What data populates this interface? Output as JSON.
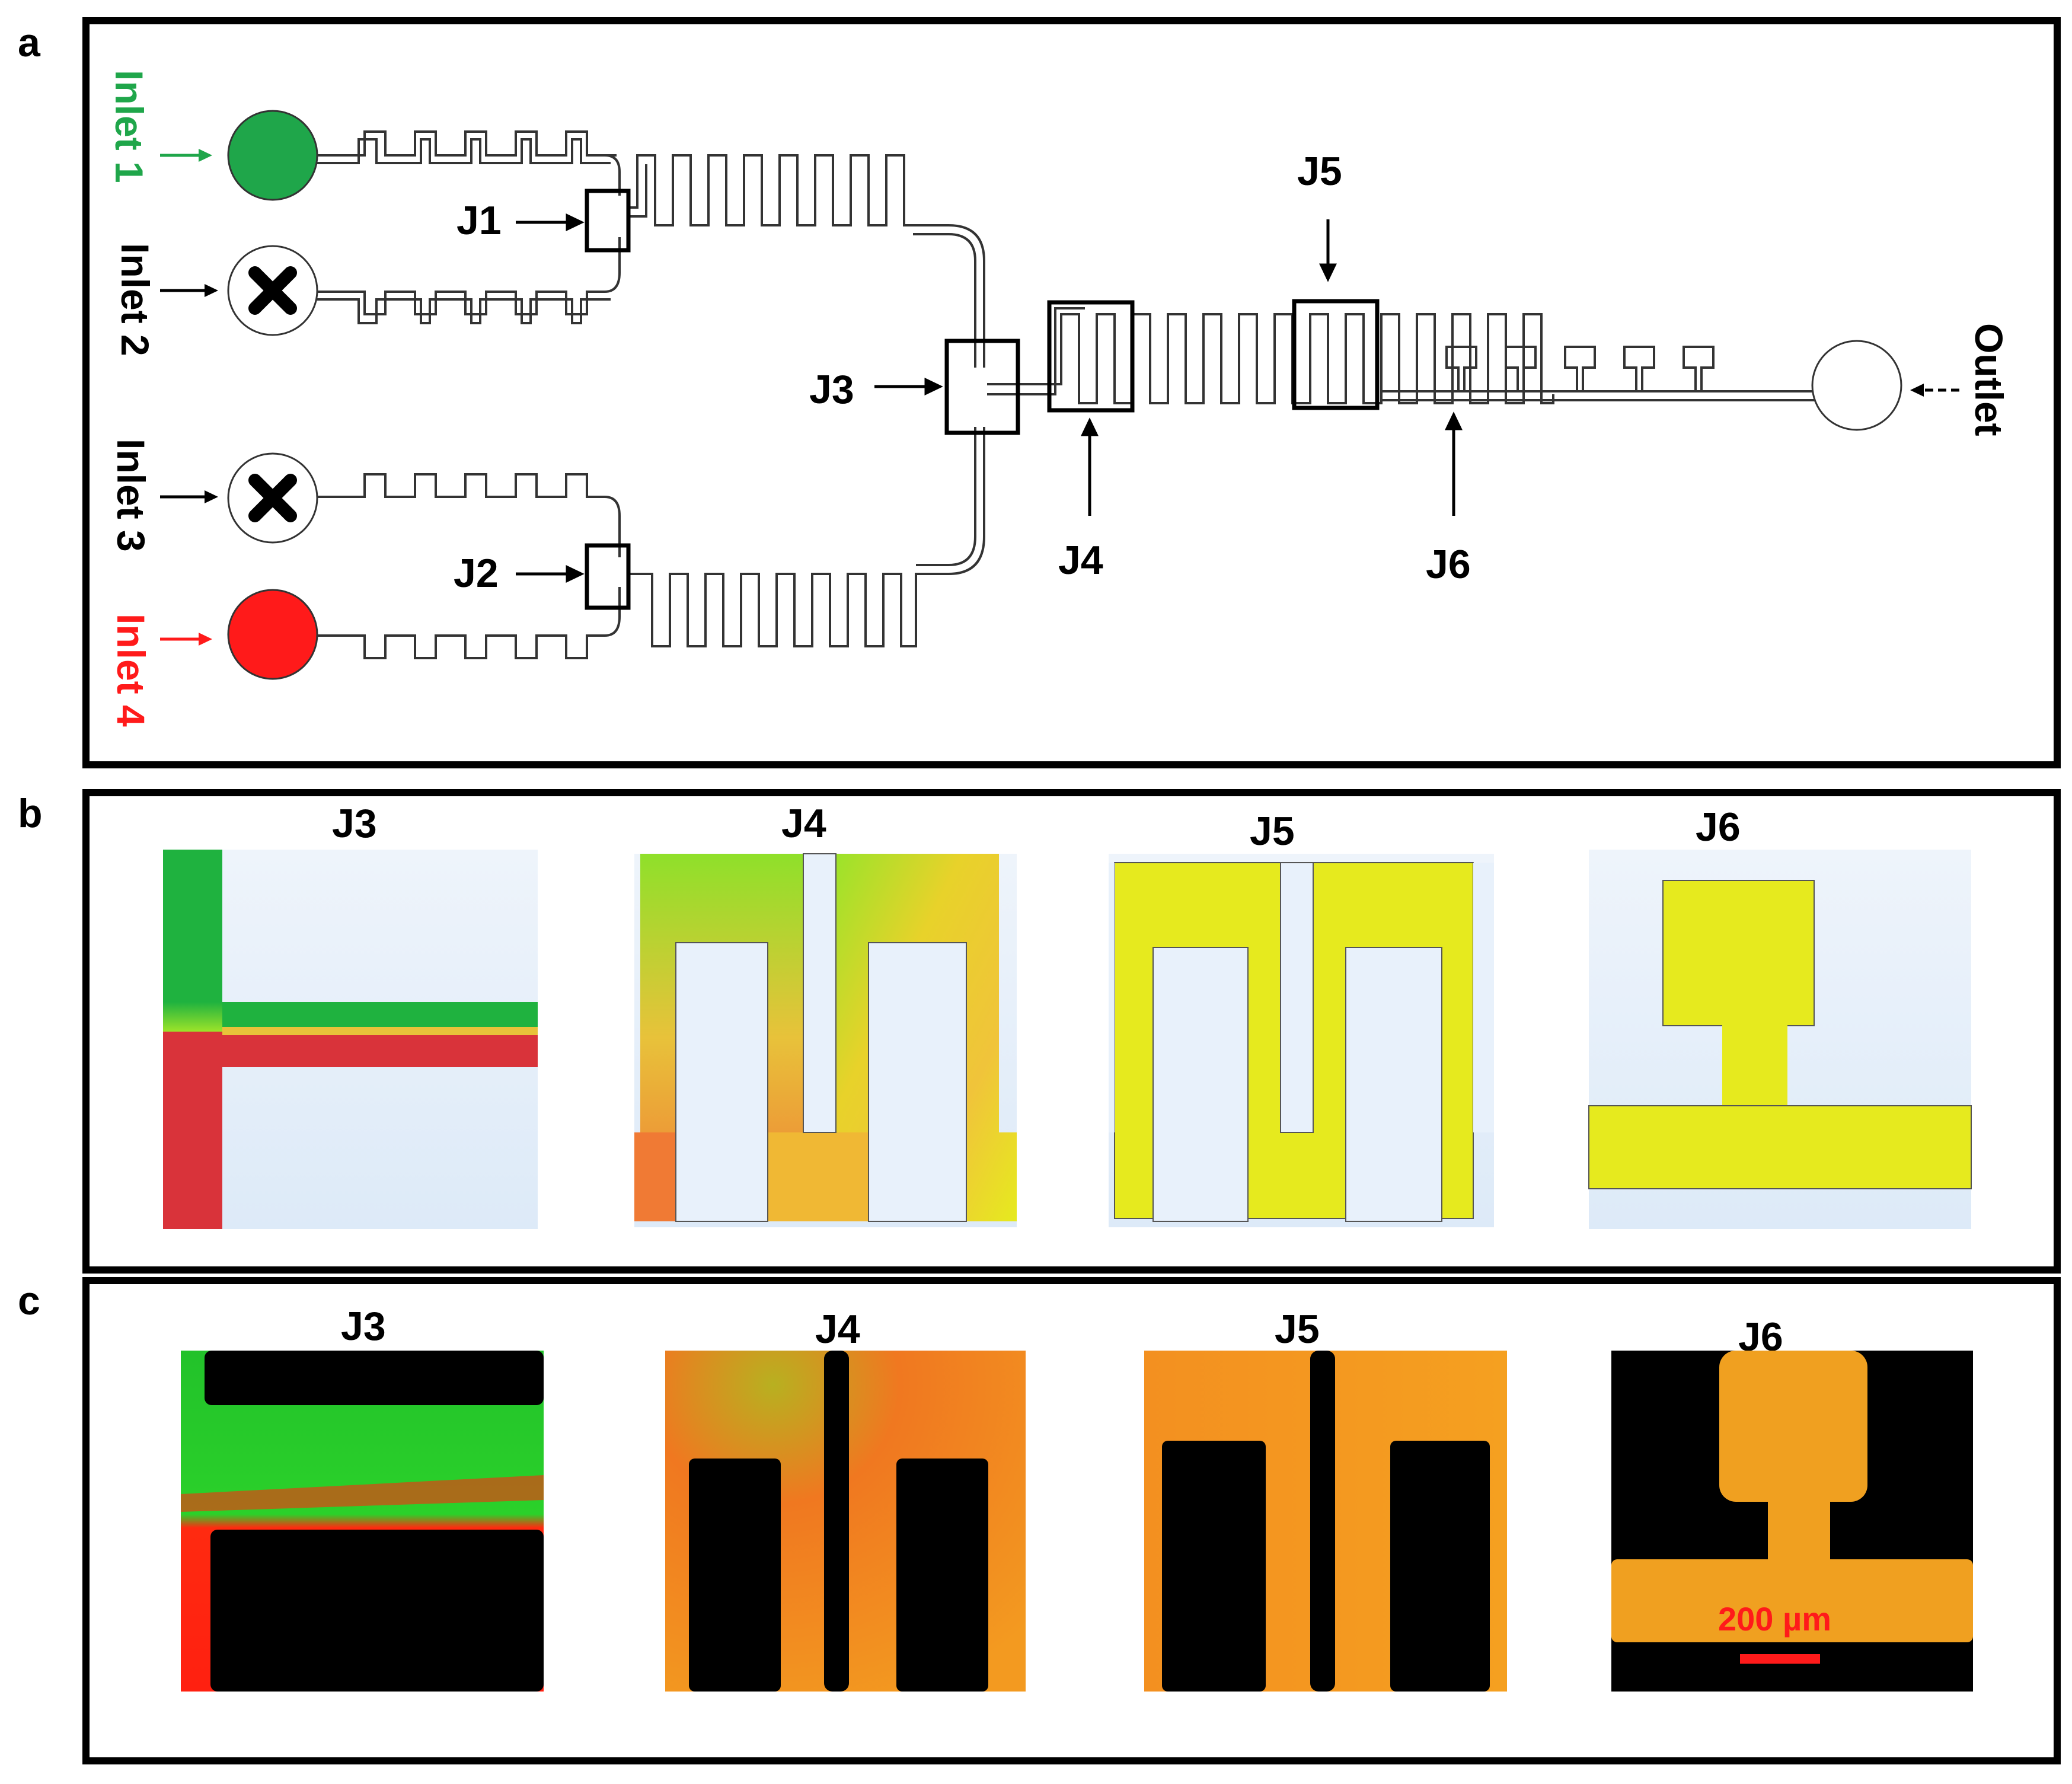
{
  "panels": {
    "a": {
      "letter": "a",
      "inlets": [
        {
          "label": "Inlet 1",
          "color": "#1fa64a",
          "state": "filled-green"
        },
        {
          "label": "Inlet 2",
          "color": "#000000",
          "state": "blocked"
        },
        {
          "label": "Inlet 3",
          "color": "#000000",
          "state": "blocked"
        },
        {
          "label": "Inlet 4",
          "color": "#ff1a1a",
          "state": "filled-red"
        }
      ],
      "outlet": "Outlet",
      "junctions": [
        "J1",
        "J2",
        "J3",
        "J4",
        "J5",
        "J6"
      ]
    },
    "b": {
      "letter": "b",
      "titles": [
        "J3",
        "J4",
        "J5",
        "J6"
      ]
    },
    "c": {
      "letter": "c",
      "titles": [
        "J3",
        "J4",
        "J5",
        "J6"
      ],
      "scale_bar": "200 µm"
    }
  },
  "colors": {
    "green": "#1fb23f",
    "red": "#d9333a",
    "yellow": "#e6ea1e",
    "orange": "#f59a26",
    "background_sim": "#e8f1fb",
    "black": "#000000"
  }
}
